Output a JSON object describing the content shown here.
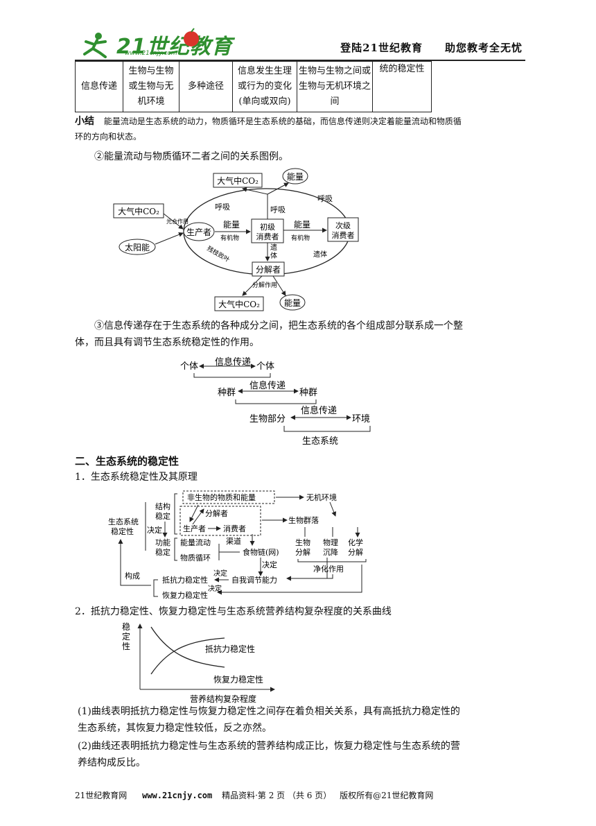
{
  "header": {
    "logo_text": "21世纪教育",
    "logo_url": "www.21cnjy.com",
    "slogan": "登陆21世纪教育　　助您教考全无忧"
  },
  "table": {
    "row": [
      "信息传递",
      "生物与生物或生物与无机环境",
      "多种途径",
      "信息发生生理或行为的变化(单向或双向)",
      "生物与生物之间或生物与无机环境之间",
      "统的稳定性"
    ]
  },
  "summary": {
    "label": "小结",
    "text1": "能量流动是生态系统的动力，物质循环是生态系统的基础，而信息传递则决定着能量流动和物质循",
    "text2": "环的方向和状态。"
  },
  "para2": "②能量流动与物质循环二者之间的关系图例。",
  "diagram1": {
    "atmo_co2": "大气中CO₂",
    "energy": "能量",
    "sun": "太阳能",
    "producer": "生产者",
    "primary": "初级消费者",
    "primary_l1": "初级",
    "primary_l2": "消费者",
    "secondary_l1": "次级",
    "secondary_l2": "消费者",
    "decomposer": "分解者",
    "respiration": "呼吸",
    "photosynthesis": "光合作用",
    "organic": "有机物",
    "remains": "遗体",
    "litter": "残枝败叶",
    "decomp_action": "分解作用",
    "remains_v1": "遗",
    "remains_v2": "体"
  },
  "para3_1": "③信息传递存在于生态系统的各种成分之间，把生态系统的各个组成部分联系成一个整",
  "para3_2": "体，而且具有调节生态系统稳定性的作用。",
  "diagram2": {
    "individual": "个体",
    "info": "信息传递",
    "population": "种群",
    "bio_part": "生物部分",
    "environment": "环境",
    "ecosystem": "生态系统"
  },
  "section2_title": "二、生态系统的稳定性",
  "item1_title": "1．生态系统稳定性及其原理",
  "diagram3": {
    "stability_l1": "生态系统",
    "stability_l2": "稳定性",
    "decide": "决定",
    "structure_l1": "结构",
    "structure_l2": "稳定",
    "function_l1": "功能",
    "function_l2": "稳定",
    "abiotic": "非生物的物质和能量",
    "inorganic_env": "无机环境",
    "decomposer": "分解者",
    "producer": "生产者",
    "consumer": "消费者",
    "community": "生物群落",
    "energy_flow": "能量流动",
    "material_cycle": "物质循环",
    "channel": "渠道",
    "food_chain": "食物链(网)",
    "bio_decomp_1": "生物",
    "bio_decomp_2": "分解",
    "phys_1": "物理",
    "phys_2": "沉降",
    "chem_1": "化学",
    "chem_2": "分解",
    "purify": "净化作用",
    "compose": "构成",
    "resistance": "抵抗力稳定性",
    "recovery": "恢复力稳定性",
    "self_reg": "自我调节能力"
  },
  "item2_title": "2．抵抗力稳定性、恢复力稳定性与生态系统营养结构复杂程度的关系曲线",
  "chart": {
    "ylabel_1": "稳",
    "ylabel_2": "定",
    "ylabel_3": "性",
    "resistance": "抵抗力稳定性",
    "recovery": "恢复力稳定性",
    "xlabel": "营养结构复杂程度"
  },
  "conclusion1_1": "(1)曲线表明抵抗力稳定性与恢复力稳定性之间存在着负相关关系，具有高抵抗力稳定性的",
  "conclusion1_2": "生态系统，其恢复力稳定性较低，反之亦然。",
  "conclusion2_1": "(2)曲线还表明抵抗力稳定性与生态系统的营养结构成正比，恢复力稳定性与生态系统的营",
  "conclusion2_2": "养结构成反比。",
  "footer": {
    "site": "21世纪教育网",
    "url": "www.21cnjy.com",
    "page": "精品资料·第 2 页 （共 6 页）",
    "copyright": "版权所有@21世纪教育网"
  }
}
